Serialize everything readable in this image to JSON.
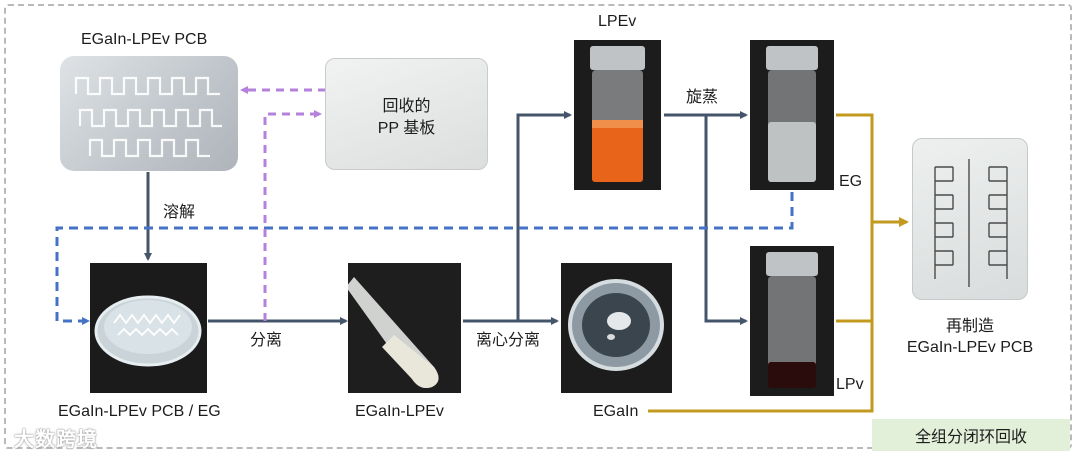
{
  "title_pcb": "EGaIn-LPEv PCB",
  "pp_substrate_line1": "回收的",
  "pp_substrate_line2": "PP 基板",
  "dissolve_label": "溶解",
  "separate_label": "分离",
  "centrifuge_label": "离心分离",
  "rotary_evap_label": "旋蒸",
  "pcb_eg_label": "EGaIn-LPEv PCB / EG",
  "egain_lpev_label": "EGaIn-LPEv",
  "lpev_label": "LPEv",
  "eg_label": "EG",
  "lpv_label": "LPv",
  "egain_label": "EGaIn",
  "remake_line1": "再制造",
  "remake_line2": "EGaIn-LPEv PCB",
  "closed_loop_label": "全组分闭环回收",
  "watermark_text": "大数跨境",
  "colors": {
    "navy_arrow": "#44546a",
    "blue_dashed": "#4472c4",
    "purple_dashed": "#b482da",
    "gold_line": "#c29a1e",
    "badge_bg": "#e2efd9"
  }
}
